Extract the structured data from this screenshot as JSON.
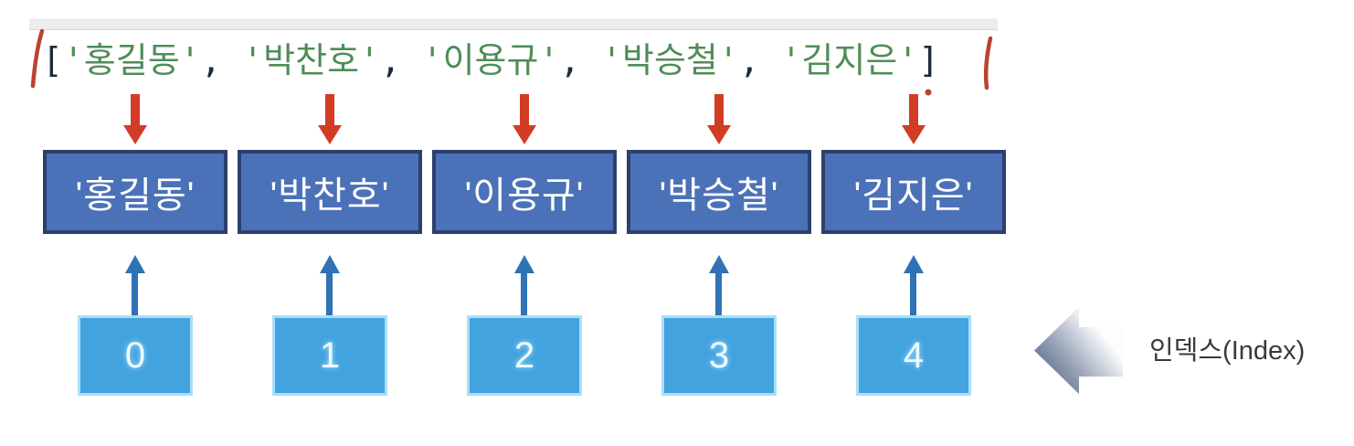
{
  "code": {
    "open_bracket": "[",
    "close_bracket": "]",
    "quote": "'",
    "separator": ", "
  },
  "list": {
    "names": [
      "홍길동",
      "박찬호",
      "이용규",
      "박승철",
      "김지은"
    ],
    "indices": [
      "0",
      "1",
      "2",
      "3",
      "4"
    ]
  },
  "index_label": "인덱스(Index)",
  "colors": {
    "code_string": "#4f8d57",
    "code_punctuation": "#1e2b3e",
    "annotation_red": "#b8442f",
    "red_arrow": "#d23b24",
    "name_box_fill": "#4b72b8",
    "name_box_border": "#2c406b",
    "blue_arrow": "#2f72b5",
    "index_box_fill": "#43a3df",
    "index_box_border": "#aadef8",
    "index_number": "#eefaff",
    "index_label_text": "#3a3a3a",
    "pointer_arrow_dark": "#4e5d83",
    "pointer_arrow_mid": "#9aa5b9",
    "pointer_arrow_light": "#fdfdfe",
    "top_bar": "#ececec"
  }
}
